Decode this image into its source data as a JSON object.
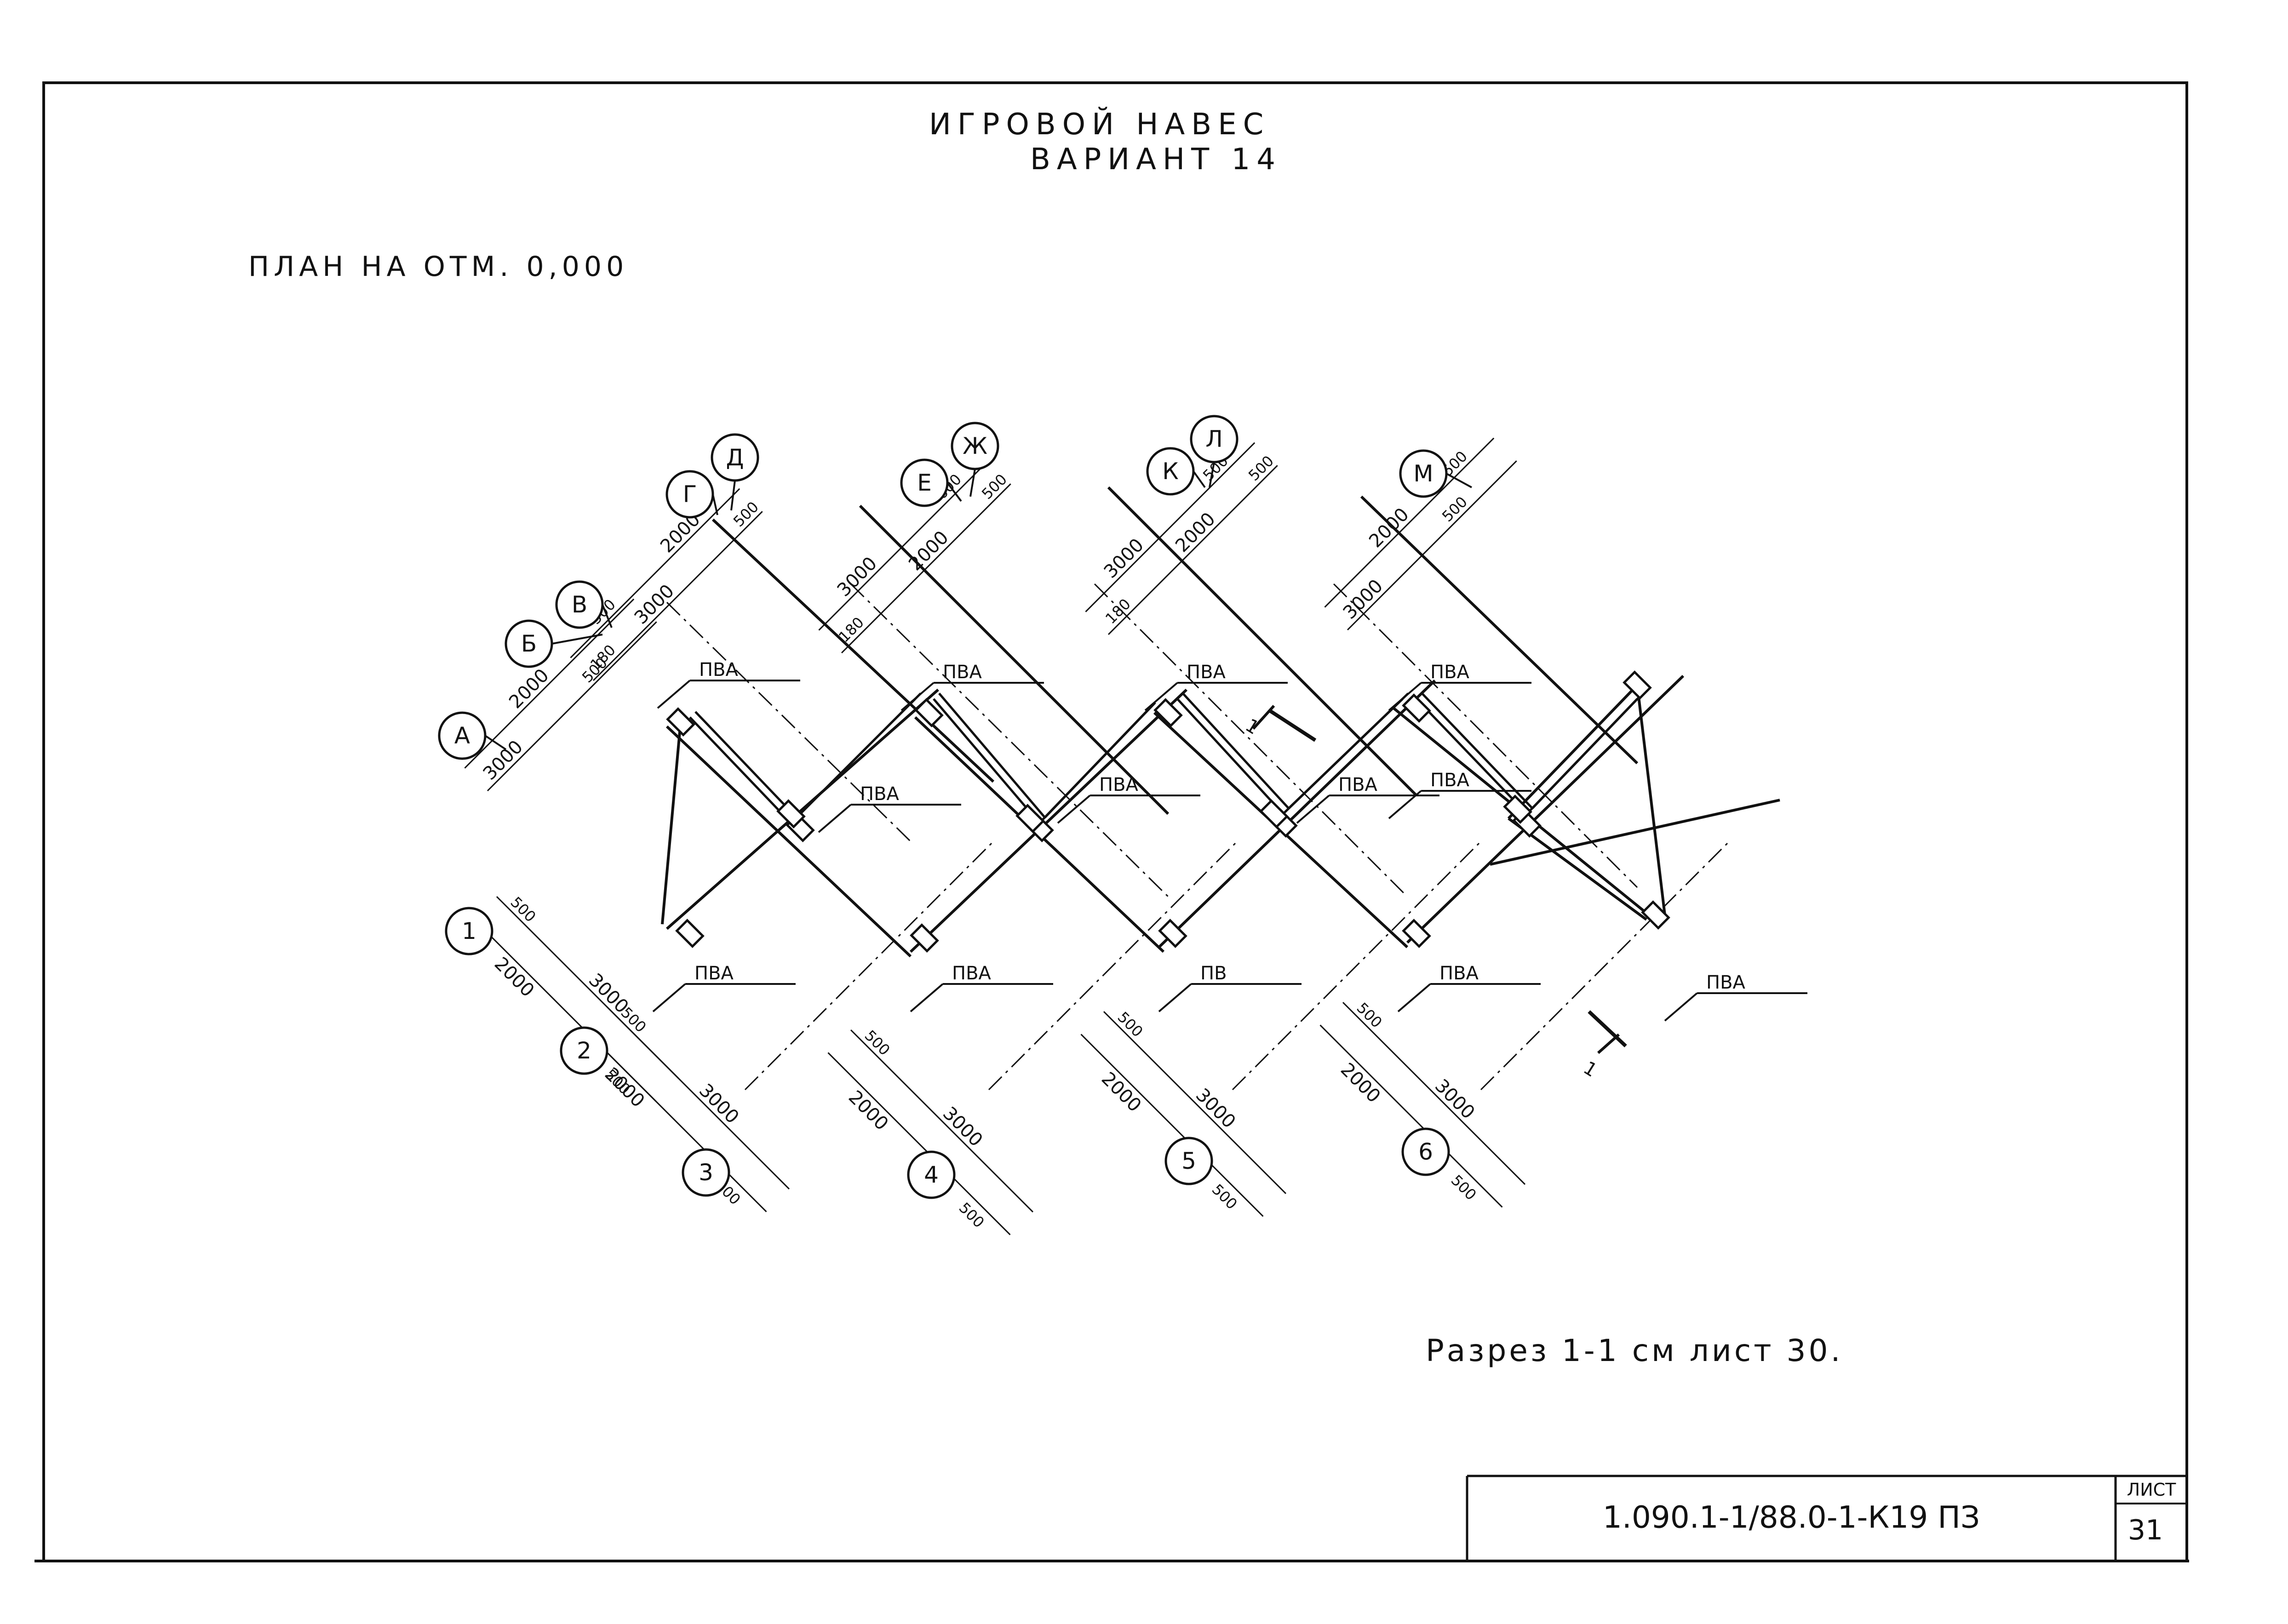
{
  "drawing": {
    "title_line1": "ИГРОВОЙ НАВЕС",
    "title_line2": "ВАРИАНТ 14",
    "plan_label": "ПЛАН НА ОТМ. 0,000",
    "section_note": "Разрез 1-1 см лист 30.",
    "section_mark": "1",
    "title_block": {
      "code": "1.090.1-1/88.0-1-К19 ПЗ",
      "sheet_label": "ЛИСТ",
      "sheet_number": "31"
    }
  },
  "axes": {
    "letters": [
      "А",
      "Б",
      "В",
      "Г",
      "Д",
      "Е",
      "Ж",
      "К",
      "Л",
      "М"
    ],
    "numbers": [
      "1",
      "2",
      "3",
      "4",
      "5",
      "6"
    ]
  },
  "member_labels": [
    "ПВА",
    "ПВА",
    "ПВА",
    "ПВА",
    "ПВА",
    "ПВА",
    "ПВА",
    "ПВА",
    "ПВА",
    "ПВА",
    "ПВ",
    "ПВА",
    "ПВА"
  ],
  "dimensions_letters": [
    [
      "3000",
      "2000",
      "500"
    ],
    [
      "180",
      "500",
      "3000",
      "2000",
      "500"
    ],
    [
      "180",
      "3000",
      "2000",
      "600",
      "500"
    ],
    [
      "180",
      "3000",
      "2000",
      "500",
      "500"
    ],
    [
      "3000",
      "2000",
      "500",
      "500"
    ]
  ],
  "dimensions_numbers": [
    [
      "500",
      "2000",
      "3000",
      "500"
    ],
    [
      "500",
      "2000",
      "3000",
      "500"
    ],
    [
      "500",
      "2000",
      "3000",
      "500"
    ],
    [
      "500",
      "2000",
      "3000",
      "500"
    ],
    [
      "500",
      "2000",
      "3000",
      "500"
    ]
  ]
}
